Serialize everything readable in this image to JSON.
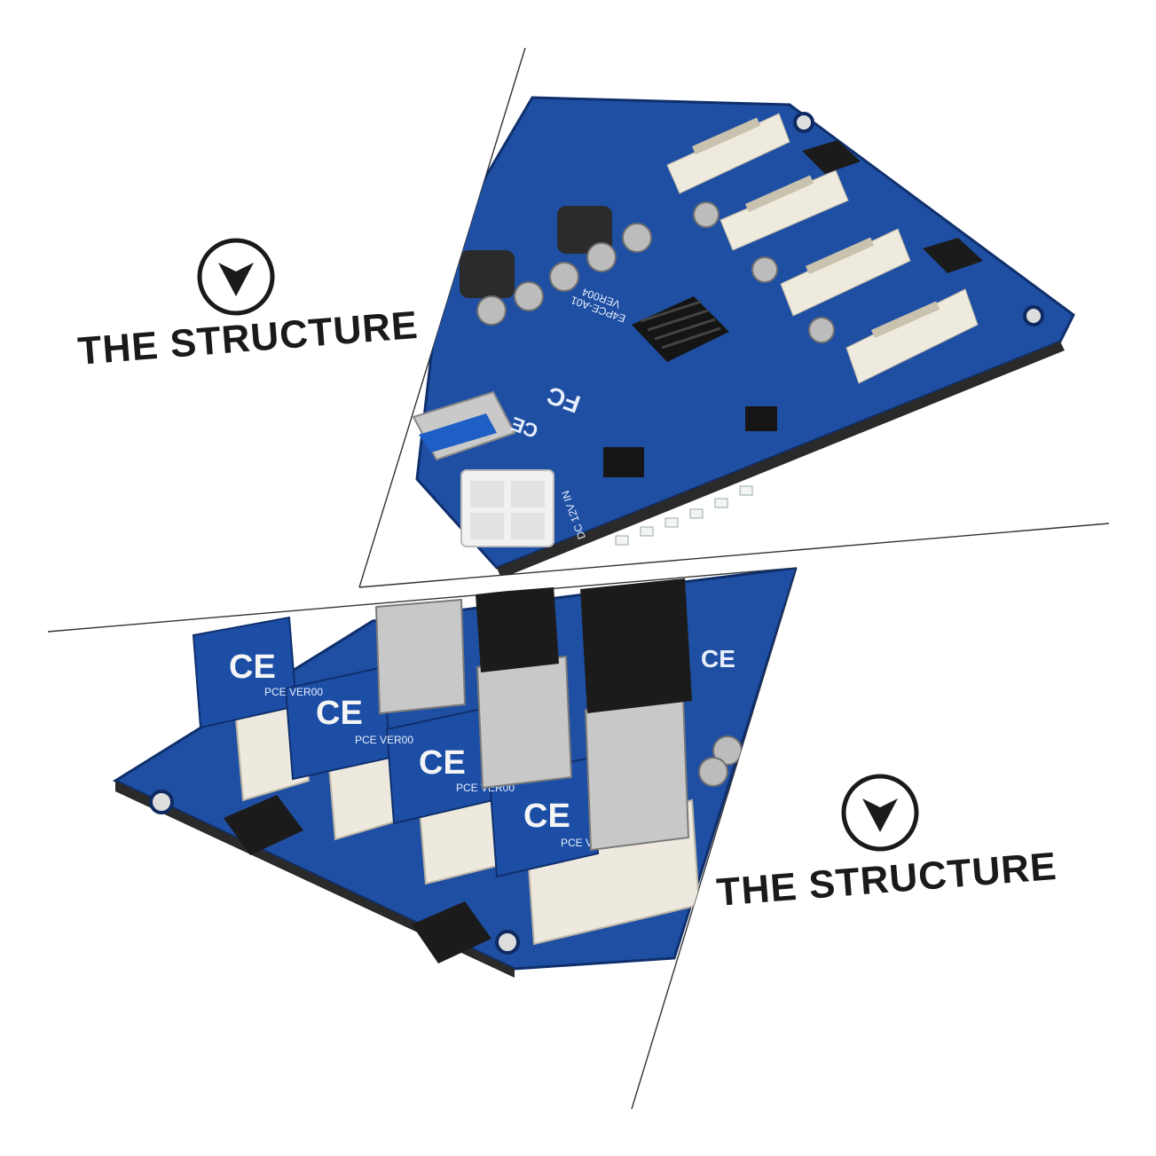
{
  "captions": {
    "top": "THE STRUCTURE",
    "bottom": "THE STRUCTURE"
  },
  "icons": {
    "top_arrow": "chevron-down-circle-icon",
    "bottom_arrow": "chevron-down-circle-icon"
  },
  "board": {
    "marks": {
      "fc": "FC",
      "ce": "CE",
      "version": "VER004",
      "model": "E4PCE-A01",
      "power": "DC 12V IN",
      "riser_text": "PCE VER00"
    }
  },
  "colors": {
    "pcb_blue": "#1f4fa3",
    "pcb_blue_dark": "#123a80",
    "slot_white": "#ede9df",
    "usb_black": "#1b1b1b",
    "text_dark": "#1a1a1a"
  }
}
